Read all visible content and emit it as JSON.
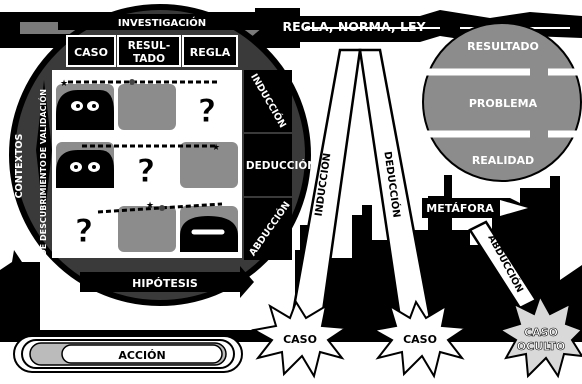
{
  "header": {
    "investigacion": "INVESTIGACIÓN",
    "regla_norma_ley": "REGLA, NORMA, LEY"
  },
  "columns": {
    "caso": "CASO",
    "resultado_line1": "RESUL-",
    "resultado_line2": "TADO",
    "regla": "REGLA"
  },
  "inference_rows": {
    "induccion": "INDUCCIÓN",
    "deduccion": "DEDUCCIÓN",
    "abduccion": "ABDUCCIÓN"
  },
  "contexts": {
    "contextos": "CONTEXTOS",
    "de_validacion": "DE VALIDACIÓN",
    "de_descubrimiento": "DE DESCUBRIMIENTO"
  },
  "hipotesis": "HIPÓTESIS",
  "accion": "ACCIÓN",
  "arches": {
    "induccion": "INDUCCIÓN",
    "deduccion": "DEDUCCIÓN"
  },
  "cases": {
    "caso_1": "CASO",
    "caso_2": "CASO",
    "caso_oculto_line1": "CASO",
    "caso_oculto_line2": "OCULTO"
  },
  "right_circle": {
    "resultado": "RESULTADO",
    "problema": "PROBLEMA",
    "realidad": "REALIDAD"
  },
  "metafora": "METÁFORA",
  "abduccion_arm": "ABDUCCIÓN",
  "glyphs": {
    "question_mark": "?",
    "star": "★"
  },
  "colors": {
    "black": "#000000",
    "dark_gray": "#3a3a3a",
    "mid_gray": "#8c8c8c",
    "light_gray": "#d9d9d9",
    "white": "#ffffff"
  }
}
